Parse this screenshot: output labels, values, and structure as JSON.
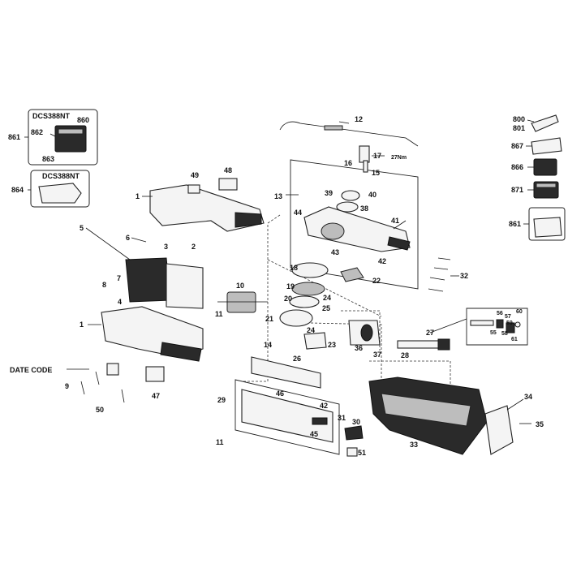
{
  "diagram": {
    "kit_labels": {
      "battery_box_model": "DCS388NT",
      "holder_box_model": "DCS388NT"
    },
    "callouts": {
      "p1a": "1",
      "p1b": "1",
      "p4": "4",
      "p5": "5",
      "p6": "6",
      "p7": "7",
      "p8": "8",
      "p9": "9",
      "p10": "10",
      "p11a": "11",
      "p11b": "11",
      "p12": "12",
      "p13": "13",
      "p14": "14",
      "p15": "15",
      "p16": "16",
      "p17": "17",
      "p18": "18",
      "p19": "19",
      "p20": "20",
      "p21": "21",
      "p22": "22",
      "p23": "23",
      "p24a": "24",
      "p24b": "24",
      "p25": "25",
      "p26": "26",
      "p27": "27",
      "p28": "28",
      "p29": "29",
      "p30": "30",
      "p31": "31",
      "p32": "32",
      "p33": "33",
      "p34": "34",
      "p35": "35",
      "p36": "36",
      "p37": "37",
      "p38": "38",
      "p39": "39",
      "p40": "40",
      "p41": "41",
      "p42a": "42",
      "p42b": "42",
      "p43": "43",
      "p44": "44",
      "p45": "45",
      "p46": "46",
      "p47": "47",
      "p48": "48",
      "p49": "49",
      "p50": "50",
      "p51": "51",
      "p55": "55",
      "p56": "56",
      "p57": "57",
      "p58": "58",
      "p59": "59",
      "p60": "60",
      "p61": "61",
      "p2": "2",
      "p3": "3",
      "p800": "800",
      "p801": "801",
      "p860": "860",
      "p861a": "861",
      "p861b": "861",
      "p862": "862",
      "p863": "863",
      "p864": "864",
      "p866": "866",
      "p867": "867",
      "p871": "871"
    },
    "torque_note": "27Nm",
    "date_code_label": "DATE CODE"
  }
}
